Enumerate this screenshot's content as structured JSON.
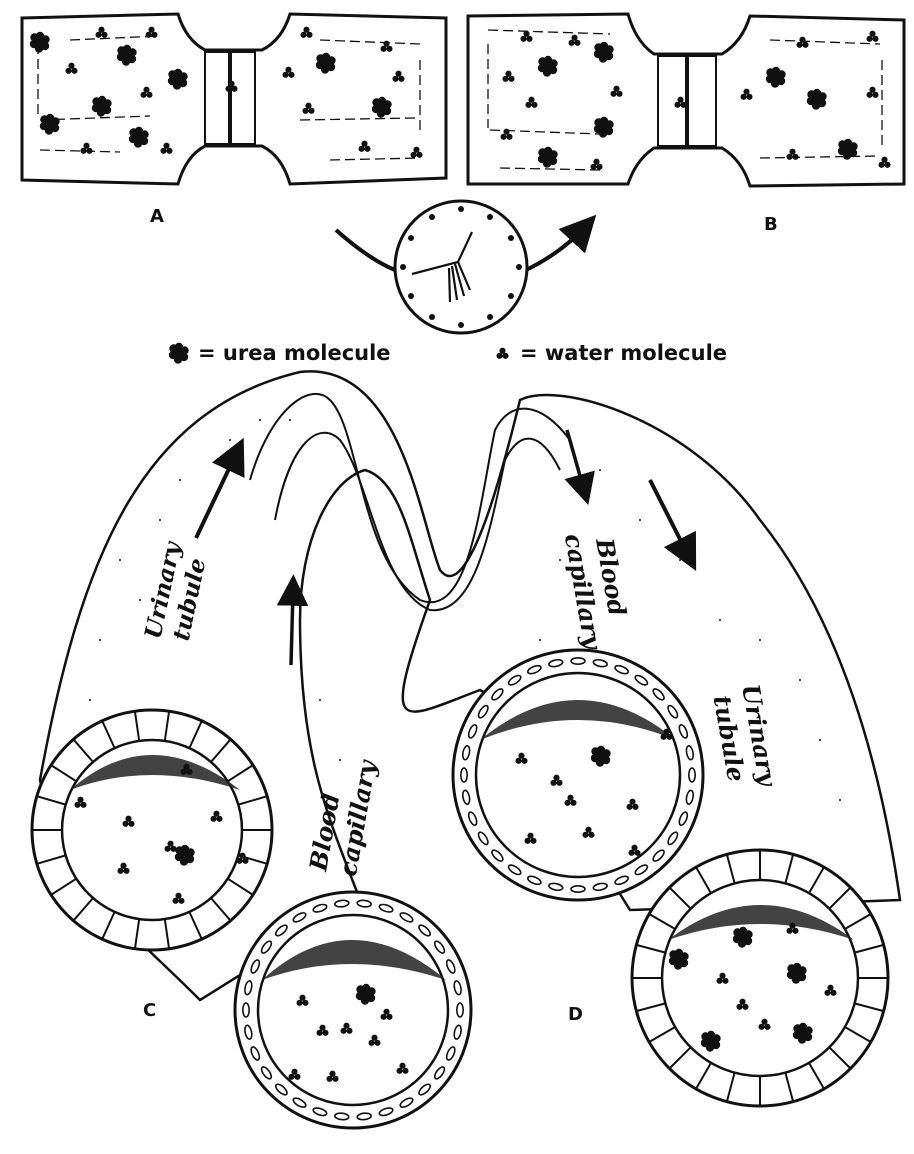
{
  "labels": {
    "a": "A",
    "b": "B",
    "c": "C",
    "d": "D"
  },
  "legend": {
    "urea": "= urea molecule",
    "water": "= water molecule"
  },
  "tube_labels": {
    "c_tubule_1": "Urinary",
    "c_tubule_2": "tubule",
    "c_capillary_1": "Blood",
    "c_capillary_2": "capillary",
    "d_capillary_1": "Blood",
    "d_capillary_2": "capillary",
    "d_tubule_1": "Urinary",
    "d_tubule_2": "tubule"
  },
  "icons": {
    "urea": "urea-molecule-icon",
    "water": "water-molecule-icon",
    "clock": "clock-icon"
  },
  "colors": {
    "ink": "#111111",
    "paper": "#ffffff"
  }
}
